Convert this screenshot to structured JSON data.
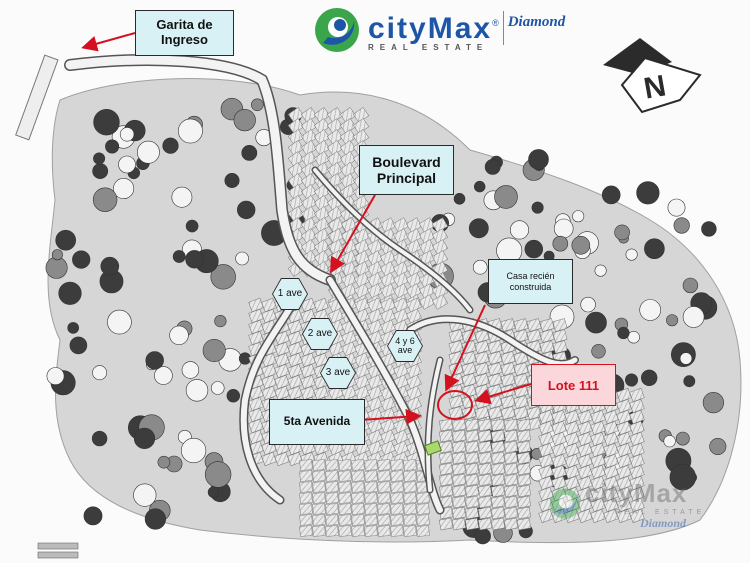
{
  "brand": {
    "name_city": "city",
    "name_max": "Max",
    "registered": "®",
    "tagline": "REAL ESTATE",
    "diamond": "Diamond",
    "colors": {
      "green": "#3aa54a",
      "blue": "#1d56a6",
      "grey": "#6b6b6b"
    }
  },
  "watermark": {
    "name_city": "city",
    "name_max": "Max",
    "tagline": "REAL ESTATE",
    "diamond": "Diamond"
  },
  "labels": {
    "garita": "Garita de Ingreso",
    "boulevard": "Boulevard Principal",
    "casa": "Casa recién construida",
    "lote": "Lote 111",
    "quinta": "5ta Avenida"
  },
  "avenues": {
    "first": "1 ave",
    "second": "2 ave",
    "third": "3 ave",
    "fourth": "4 y 6 ave"
  },
  "north_arrow": {
    "icon": "north-arrow-icon",
    "letter": "N"
  },
  "colors": {
    "label_fill": "#d8f1f5",
    "arrow_red": "#d4111f",
    "lote_fill": "#fbd6db",
    "tree_dark": "#3c3c3c",
    "tree_mid": "#8a8a8a",
    "lot_green": "#a8d96b"
  }
}
